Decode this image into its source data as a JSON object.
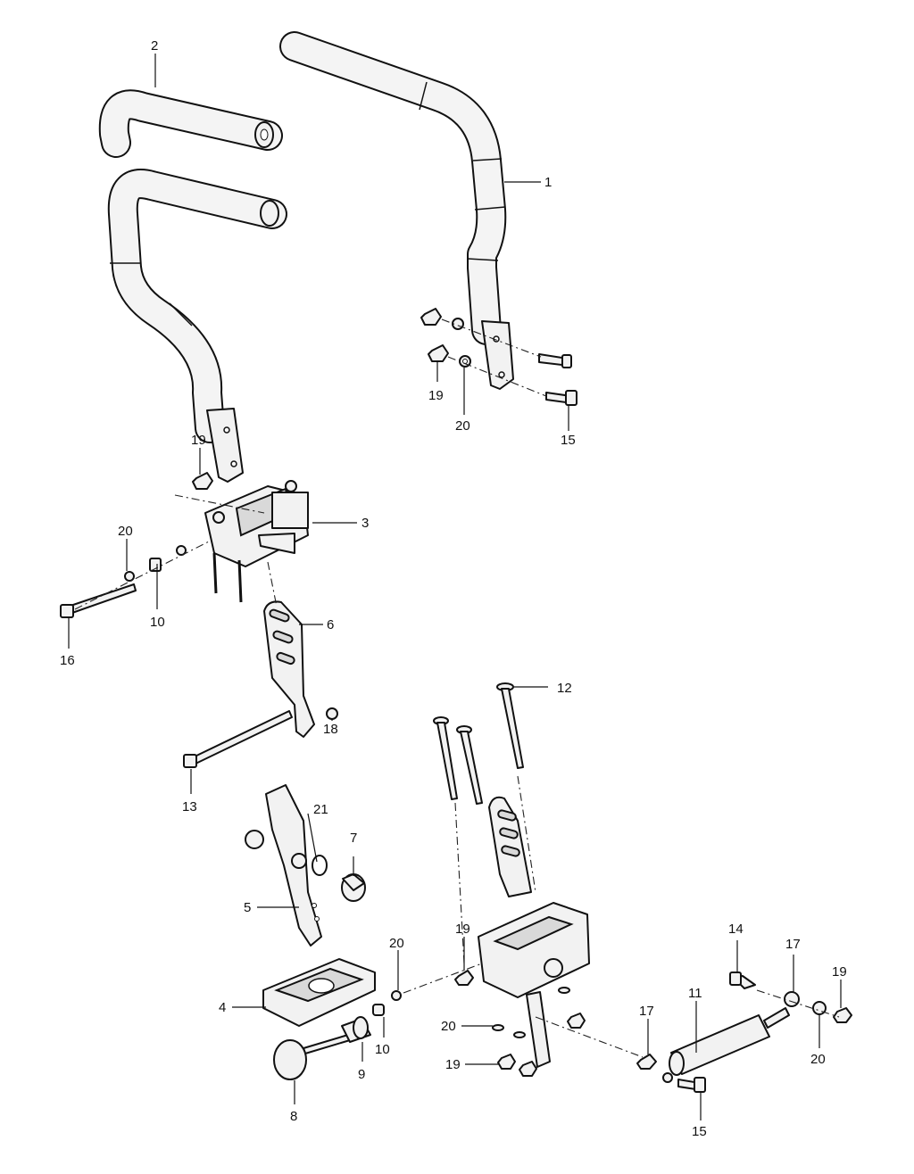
{
  "callouts": [
    {
      "id": "c1",
      "text": "1"
    },
    {
      "id": "c2",
      "text": "2"
    },
    {
      "id": "c3",
      "text": "3"
    },
    {
      "id": "c4",
      "text": "4"
    },
    {
      "id": "c5",
      "text": "5"
    },
    {
      "id": "c6",
      "text": "6"
    },
    {
      "id": "c7",
      "text": "7"
    },
    {
      "id": "c8",
      "text": "8"
    },
    {
      "id": "c9",
      "text": "9"
    },
    {
      "id": "c10a",
      "text": "10"
    },
    {
      "id": "c10b",
      "text": "10"
    },
    {
      "id": "c11",
      "text": "11"
    },
    {
      "id": "c12",
      "text": "12"
    },
    {
      "id": "c13",
      "text": "13"
    },
    {
      "id": "c14",
      "text": "14"
    },
    {
      "id": "c15a",
      "text": "15"
    },
    {
      "id": "c15b",
      "text": "15"
    },
    {
      "id": "c16",
      "text": "16"
    },
    {
      "id": "c17a",
      "text": "17"
    },
    {
      "id": "c17b",
      "text": "17"
    },
    {
      "id": "c18",
      "text": "18"
    },
    {
      "id": "c19a",
      "text": "19"
    },
    {
      "id": "c19b",
      "text": "19"
    },
    {
      "id": "c19c",
      "text": "19"
    },
    {
      "id": "c19d",
      "text": "19"
    },
    {
      "id": "c19e",
      "text": "19"
    },
    {
      "id": "c20a",
      "text": "20"
    },
    {
      "id": "c20b",
      "text": "20"
    },
    {
      "id": "c20c",
      "text": "20"
    },
    {
      "id": "c20d",
      "text": "20"
    },
    {
      "id": "c21",
      "text": "21"
    }
  ],
  "colors": {
    "line": "#111111",
    "fill": "#f2f2f2",
    "background": "#ffffff"
  }
}
